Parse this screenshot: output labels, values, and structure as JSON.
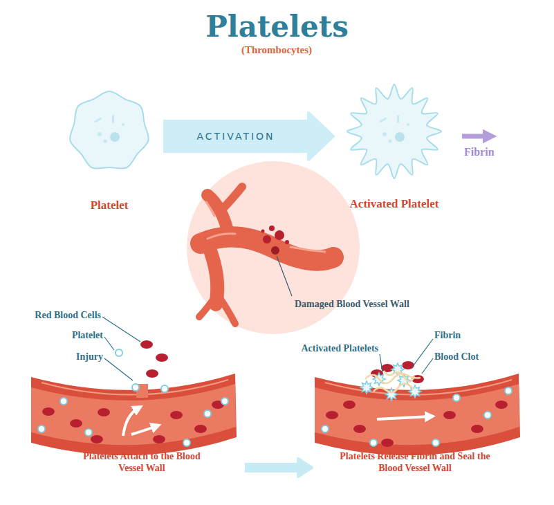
{
  "diagram": {
    "title": "Platelets",
    "nodes": [
      {
        "text": [
          "Platelet"
        ]
      },
      {
        "text": [
          "Activated Platelet"
        ]
      },
      {
        "text": [
          "Platelets Attach to the Blood Vessel Wall"
        ]
      },
      {
        "text": [
          "Platelets Release Fibrin and Seal the Blood Vessel Wall"
        ]
      }
    ],
    "edges": [
      {
        "from": 0,
        "to": 1,
        "label": "ACTIVATION",
        "arrow": "to"
      },
      {
        "from": 2,
        "to": 3,
        "arrow": "to"
      }
    ],
    "labels": [
      "(Thrombocytes)",
      "Fibrin",
      "Damaged Blood Vessel Wall",
      "Red Blood Cells",
      "Platelet",
      "Injury",
      "Activated Platelets",
      "Fibrin",
      "Blood Clot"
    ]
  }
}
